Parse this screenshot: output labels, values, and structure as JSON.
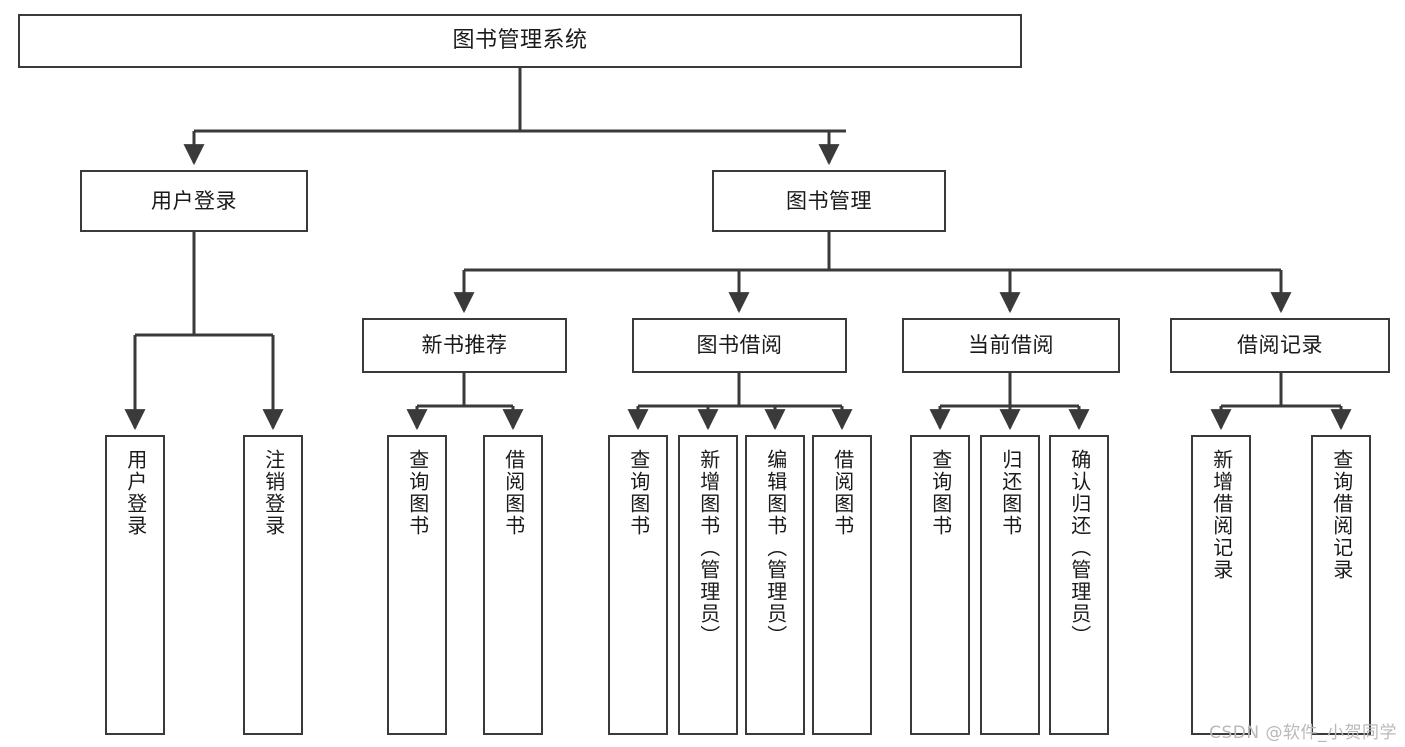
{
  "diagram": {
    "type": "hierarchy-tree",
    "title": "图书管理系统",
    "orientation": "top-down",
    "colors": {
      "background": "#ffffff",
      "stroke": "#3a3a3a",
      "text": "#1a1a1a",
      "watermark": "#b9b9b9"
    },
    "levels": {
      "level1": "系统",
      "level2": "模块",
      "level3": "子模块",
      "level4": "功能"
    }
  },
  "nodes": {
    "root": {
      "label": "图书管理系统"
    },
    "level2": [
      {
        "id": "user-login",
        "label": "用户登录"
      },
      {
        "id": "book-manage",
        "label": "图书管理"
      }
    ],
    "level3": [
      {
        "id": "new-book-rec",
        "label": "新书推荐"
      },
      {
        "id": "book-borrow",
        "label": "图书借阅"
      },
      {
        "id": "current-borrow",
        "label": "当前借阅"
      },
      {
        "id": "borrow-record",
        "label": "借阅记录"
      }
    ],
    "leaves": {
      "user_login": [
        {
          "id": "leaf-user-login",
          "label": "用户登录"
        },
        {
          "id": "leaf-logout-login",
          "label": "注销登录"
        }
      ],
      "new_book_rec": [
        {
          "id": "leaf-query-book-1",
          "label": "查询图书"
        },
        {
          "id": "leaf-borrow-book-1",
          "label": "借阅图书"
        }
      ],
      "book_borrow": [
        {
          "id": "leaf-query-book-2",
          "label": "查询图书"
        },
        {
          "id": "leaf-add-book",
          "label": "新增图书（管理员）"
        },
        {
          "id": "leaf-edit-book",
          "label": "编辑图书（管理员）"
        },
        {
          "id": "leaf-borrow-book-2",
          "label": "借阅图书"
        }
      ],
      "current_borrow": [
        {
          "id": "leaf-query-book-3",
          "label": "查询图书"
        },
        {
          "id": "leaf-return-book",
          "label": "归还图书"
        },
        {
          "id": "leaf-confirm-return",
          "label": "确认归还（管理员）"
        }
      ],
      "borrow_record": [
        {
          "id": "leaf-add-record",
          "label": "新增借阅记录"
        },
        {
          "id": "leaf-query-record",
          "label": "查询借阅记录"
        }
      ]
    }
  },
  "watermark": {
    "text": "CSDN @软件_小贺同学"
  }
}
